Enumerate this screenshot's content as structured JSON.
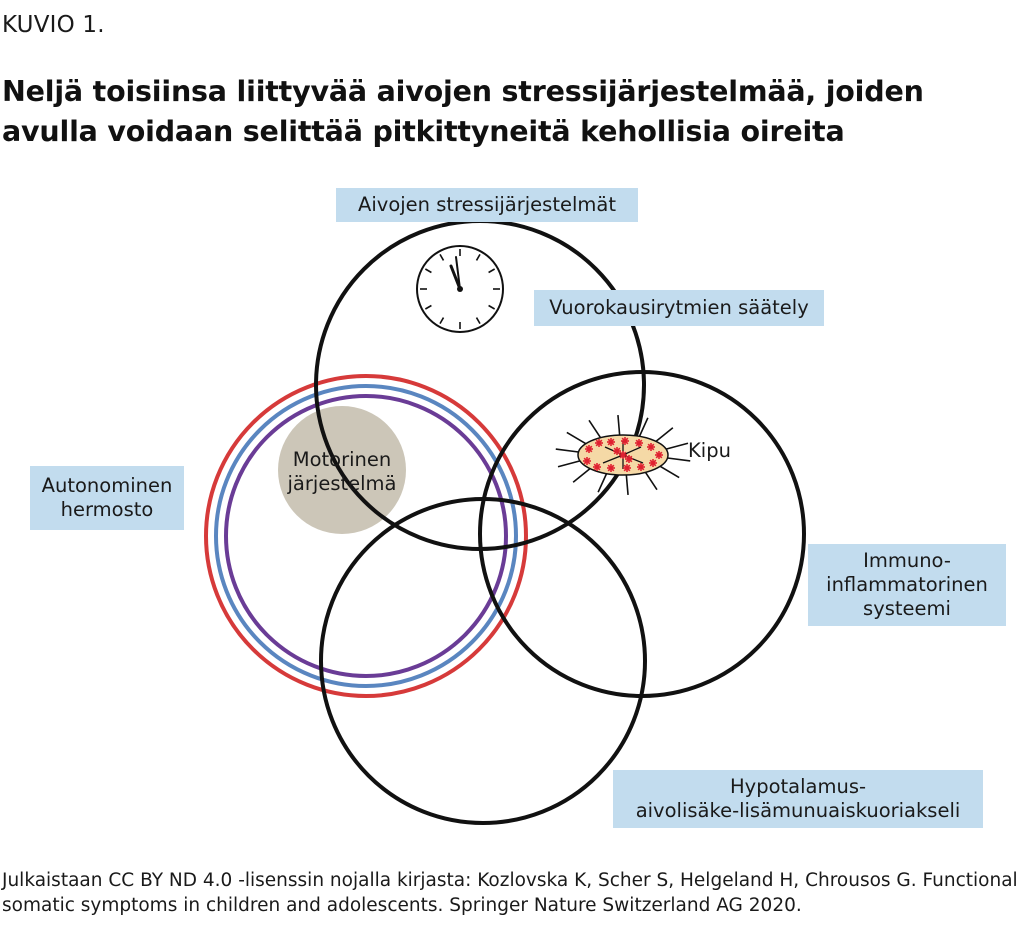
{
  "figure_label": "KUVIO 1.",
  "title": "Neljä toisiinsa liittyvää aivojen stressijärjestelmää, joiden avulla voidaan selittää pitkittyneitä kehollisia oireita",
  "labels": {
    "brain_stress_systems": "Aivojen stressijärjestelmät",
    "circadian_regulation": "Vuorokausirytmien säätely",
    "motor_system_line1": "Motorinen",
    "motor_system_line2": "järjestelmä",
    "pain": "Kipu",
    "autonomic_line1": "Autonominen",
    "autonomic_line2": "hermosto",
    "immuno_line1": "Immuno-",
    "immuno_line2": "inflammatorinen",
    "immuno_line3": "systeemi",
    "hpa_line1": "Hypotalamus-",
    "hpa_line2": "aivolisäke-lisämunuaiskuoriakseli"
  },
  "icons": [
    "clock-icon",
    "pain-cell-icon"
  ],
  "colors": {
    "label_box": "#c2dcee",
    "circle_stroke": "#111111",
    "autonomic_red": "#d63a3a",
    "autonomic_blue": "#5a86c0",
    "autonomic_purple": "#6a3c96",
    "motor_fill": "#ccc6b8",
    "pain_fill": "#f5d9a6",
    "pain_star": "#e02030"
  },
  "footer": "Julkaistaan CC BY ND 4.0 -lisenssin nojalla kirjasta: Kozlovska K, Scher S, Helgeland H, Chrousos G. Functional somatic symptoms in children and adolescents. Springer Nature Switzerland AG 2020."
}
